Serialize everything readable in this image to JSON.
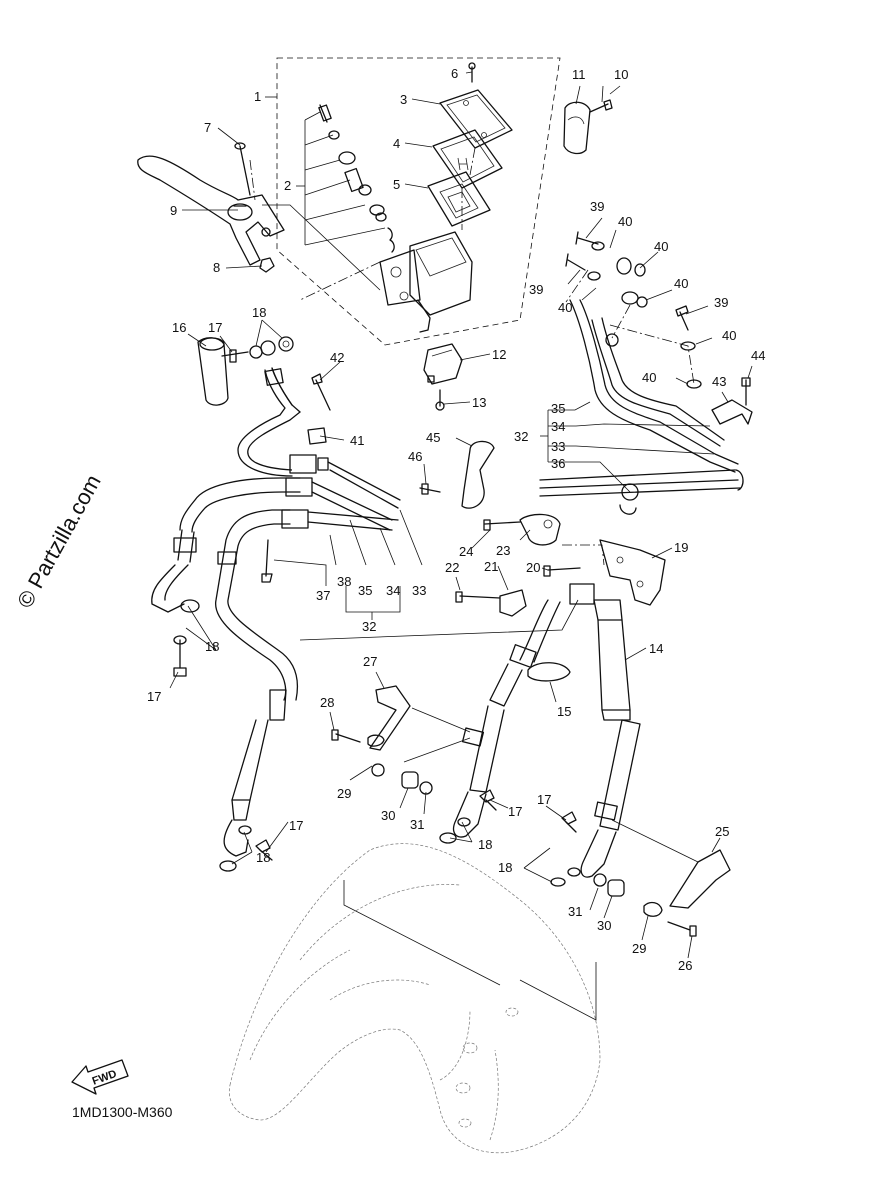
{
  "watermark": "© Partzilla.com",
  "diagram_code": "1MD1300-M360",
  "direction_badge": "FWD",
  "callouts": [
    {
      "id": "c1",
      "text": "1"
    },
    {
      "id": "c2",
      "text": "2"
    },
    {
      "id": "c3",
      "text": "3"
    },
    {
      "id": "c4",
      "text": "4"
    },
    {
      "id": "c5",
      "text": "5"
    },
    {
      "id": "c6",
      "text": "6"
    },
    {
      "id": "c7",
      "text": "7"
    },
    {
      "id": "c8",
      "text": "8"
    },
    {
      "id": "c9",
      "text": "9"
    },
    {
      "id": "c10",
      "text": "10"
    },
    {
      "id": "c11",
      "text": "11"
    },
    {
      "id": "c12",
      "text": "12"
    },
    {
      "id": "c13",
      "text": "13"
    },
    {
      "id": "c14",
      "text": "14"
    },
    {
      "id": "c15",
      "text": "15"
    },
    {
      "id": "c16",
      "text": "16"
    },
    {
      "id": "c17a",
      "text": "17"
    },
    {
      "id": "c17b",
      "text": "17"
    },
    {
      "id": "c17c",
      "text": "17"
    },
    {
      "id": "c17d",
      "text": "17"
    },
    {
      "id": "c17e",
      "text": "17"
    },
    {
      "id": "c18a",
      "text": "18"
    },
    {
      "id": "c18b",
      "text": "18"
    },
    {
      "id": "c18c",
      "text": "18"
    },
    {
      "id": "c18d",
      "text": "18"
    },
    {
      "id": "c18e",
      "text": "18"
    },
    {
      "id": "c19",
      "text": "19"
    },
    {
      "id": "c20",
      "text": "20"
    },
    {
      "id": "c21",
      "text": "21"
    },
    {
      "id": "c22",
      "text": "22"
    },
    {
      "id": "c23",
      "text": "23"
    },
    {
      "id": "c24",
      "text": "24"
    },
    {
      "id": "c25",
      "text": "25"
    },
    {
      "id": "c26",
      "text": "26"
    },
    {
      "id": "c27",
      "text": "27"
    },
    {
      "id": "c28",
      "text": "28"
    },
    {
      "id": "c29a",
      "text": "29"
    },
    {
      "id": "c29b",
      "text": "29"
    },
    {
      "id": "c30a",
      "text": "30"
    },
    {
      "id": "c30b",
      "text": "30"
    },
    {
      "id": "c31a",
      "text": "31"
    },
    {
      "id": "c31b",
      "text": "31"
    },
    {
      "id": "c32a",
      "text": "32"
    },
    {
      "id": "c32b",
      "text": "32"
    },
    {
      "id": "c33a",
      "text": "33"
    },
    {
      "id": "c33b",
      "text": "33"
    },
    {
      "id": "c34a",
      "text": "34"
    },
    {
      "id": "c34b",
      "text": "34"
    },
    {
      "id": "c35a",
      "text": "35"
    },
    {
      "id": "c35b",
      "text": "35"
    },
    {
      "id": "c36",
      "text": "36"
    },
    {
      "id": "c37",
      "text": "37"
    },
    {
      "id": "c38",
      "text": "38"
    },
    {
      "id": "c39a",
      "text": "39"
    },
    {
      "id": "c39b",
      "text": "39"
    },
    {
      "id": "c39c",
      "text": "39"
    },
    {
      "id": "c40a",
      "text": "40"
    },
    {
      "id": "c40b",
      "text": "40"
    },
    {
      "id": "c40c",
      "text": "40"
    },
    {
      "id": "c40d",
      "text": "40"
    },
    {
      "id": "c40e",
      "text": "40"
    },
    {
      "id": "c40f",
      "text": "40"
    },
    {
      "id": "c41",
      "text": "41"
    },
    {
      "id": "c42",
      "text": "42"
    },
    {
      "id": "c43",
      "text": "43"
    },
    {
      "id": "c44",
      "text": "44"
    },
    {
      "id": "c45",
      "text": "45"
    },
    {
      "id": "c46",
      "text": "46"
    }
  ]
}
